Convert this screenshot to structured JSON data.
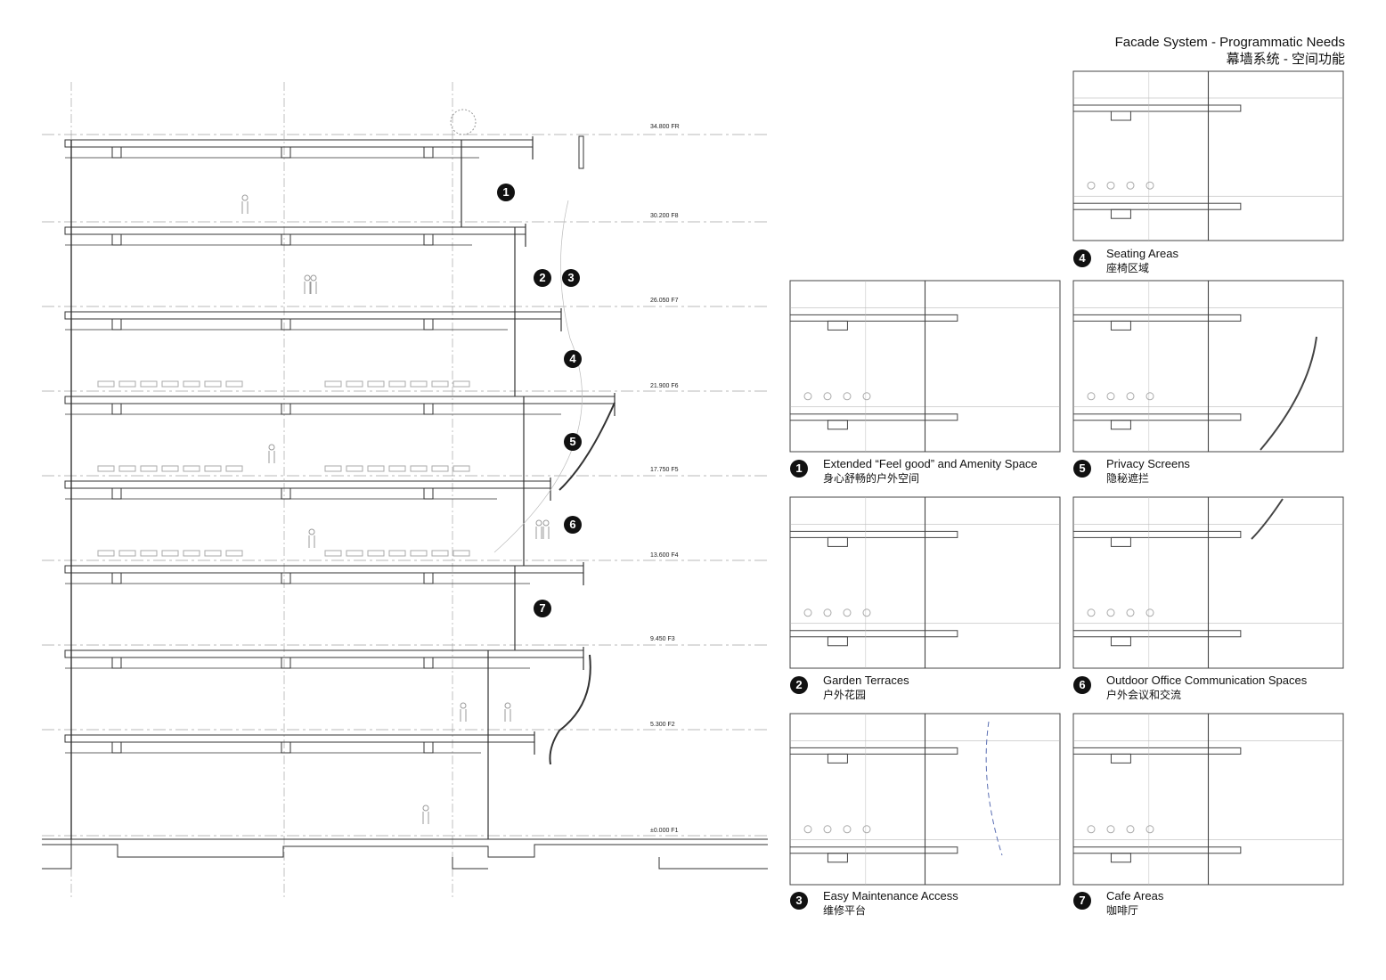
{
  "header": {
    "title_en": "Facade System - Programmatic Needs",
    "title_zh": "幕墙系统 - 空间功能"
  },
  "levels": [
    {
      "label": "34.800 FR",
      "elevation": 34.8
    },
    {
      "label": "30.200 F8",
      "elevation": 30.2
    },
    {
      "label": "26.050 F7",
      "elevation": 26.05
    },
    {
      "label": "21.900 F6",
      "elevation": 21.9
    },
    {
      "label": "17.750 F5",
      "elevation": 17.75
    },
    {
      "label": "13.600 F4",
      "elevation": 13.6
    },
    {
      "label": "9.450 F3",
      "elevation": 9.45
    },
    {
      "label": "5.300 F2",
      "elevation": 5.3
    },
    {
      "label": "±0.000 F1",
      "elevation": 0
    }
  ],
  "section_markers": [
    "1",
    "2",
    "3",
    "4",
    "5",
    "6",
    "7"
  ],
  "captions": [
    {
      "num": "1",
      "en": "Extended “Feel good” and Amenity Space",
      "zh": "身心舒畅的户外空间"
    },
    {
      "num": "2",
      "en": "Garden Terraces",
      "zh": "户外花园"
    },
    {
      "num": "3",
      "en": "Easy Maintenance Access",
      "zh": "维修平台"
    },
    {
      "num": "4",
      "en": "Seating Areas",
      "zh": "座椅区域"
    },
    {
      "num": "5",
      "en": "Privacy Screens",
      "zh": "隐秘遮拦"
    },
    {
      "num": "6",
      "en": "Outdoor Office Communication Spaces",
      "zh": "户外会议和交流"
    },
    {
      "num": "7",
      "en": "Cafe Areas",
      "zh": "咖啡厅"
    }
  ]
}
